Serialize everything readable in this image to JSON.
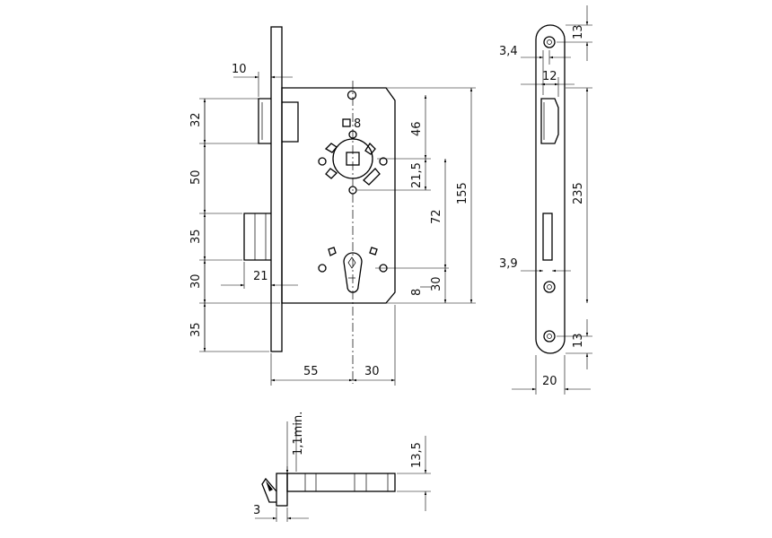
{
  "dimensions": {
    "front_view": {
      "bolt_width": "10",
      "latch_top_offset": "32",
      "latch_to_deadbolt": "50",
      "deadbolt_height": "35",
      "bottom_section": "30",
      "bottom_to_edge": "35",
      "deadbolt_throw": "21",
      "square_spindle": "8",
      "spindle_to_top": "46",
      "spindle_to_screw": "21,5",
      "spindle_to_cylinder": "72",
      "case_height": "155",
      "cylinder_to_screw": "30",
      "cylinder_offset": "8",
      "backset": "55",
      "case_depth": "30"
    },
    "side_view": {
      "edge_offset": "3,4",
      "top_screw": "13",
      "latch_width": "12",
      "faceplate_length": "235",
      "deadbolt_offset": "3,9",
      "bottom_screw": "13",
      "faceplate_width": "20"
    },
    "bottom_view": {
      "min_thickness": "1,1min.",
      "case_thickness": "13,5",
      "faceplate_thickness": "3"
    }
  }
}
